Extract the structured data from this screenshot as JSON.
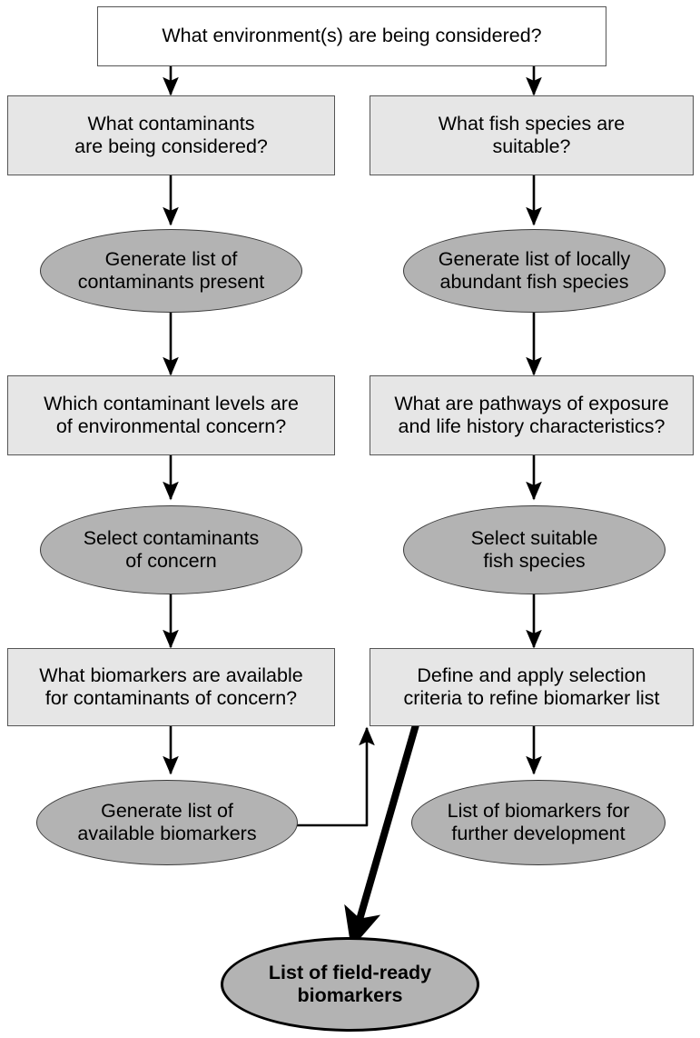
{
  "diagram": {
    "title": "Biomarker selection framework flowchart",
    "colors": {
      "box_fill": "#e6e6e6",
      "start_box_fill": "#ffffff",
      "ellipse_fill": "#b3b3b3",
      "box_stroke": "#555555",
      "ellipse_stroke": "#3a3a3a",
      "terminal_stroke": "#000000",
      "edge_stroke": "#000000",
      "text": "#000000",
      "background": "#ffffff"
    },
    "nodes": [
      {
        "id": "environment",
        "shape": "rect",
        "label": "What environment(s) are being considered?",
        "column": "center",
        "bold": false
      },
      {
        "id": "contaminants-question",
        "shape": "rect",
        "label": "What contaminants\nare being considered?",
        "column": "left",
        "bold": false
      },
      {
        "id": "fish-species-question",
        "shape": "rect",
        "label": "What fish species are\nsuitable?",
        "column": "right",
        "bold": false
      },
      {
        "id": "generate-contaminants",
        "shape": "ellipse",
        "label": "Generate list of\ncontaminants present",
        "column": "left",
        "bold": false
      },
      {
        "id": "generate-fish",
        "shape": "ellipse",
        "label": "Generate list of locally\nabundant fish species",
        "column": "right",
        "bold": false
      },
      {
        "id": "contaminant-levels-question",
        "shape": "rect",
        "label": "Which contaminant levels are\nof environmental concern?",
        "column": "left",
        "bold": false
      },
      {
        "id": "pathways-question",
        "shape": "rect",
        "label": "What are pathways of exposure\nand life history characteristics?",
        "column": "right",
        "bold": false
      },
      {
        "id": "select-contaminants",
        "shape": "ellipse",
        "label": "Select contaminants\nof concern",
        "column": "left",
        "bold": false
      },
      {
        "id": "select-fish",
        "shape": "ellipse",
        "label": "Select suitable\nfish species",
        "column": "right",
        "bold": false
      },
      {
        "id": "biomarkers-available-question",
        "shape": "rect",
        "label": "What biomarkers are available\nfor contaminants of concern?",
        "column": "left",
        "bold": false
      },
      {
        "id": "selection-criteria",
        "shape": "rect",
        "label": "Define and apply selection\ncriteria to refine biomarker list",
        "column": "right",
        "bold": false
      },
      {
        "id": "generate-biomarkers",
        "shape": "ellipse",
        "label": "Generate list of\navailable biomarkers",
        "column": "left",
        "bold": false
      },
      {
        "id": "further-development",
        "shape": "ellipse",
        "label": "List of biomarkers for\nfurther development",
        "column": "right",
        "bold": false
      },
      {
        "id": "field-ready",
        "shape": "ellipse-terminal",
        "label": "List of field-ready\nbiomarkers",
        "column": "center",
        "bold": true
      }
    ],
    "edges": [
      {
        "from": "environment",
        "to": "contaminants-question",
        "style": "thin-arrow",
        "route": "vertical"
      },
      {
        "from": "environment",
        "to": "fish-species-question",
        "style": "thin-arrow",
        "route": "vertical"
      },
      {
        "from": "contaminants-question",
        "to": "generate-contaminants",
        "style": "thin-arrow",
        "route": "vertical"
      },
      {
        "from": "fish-species-question",
        "to": "generate-fish",
        "style": "thin-arrow",
        "route": "vertical"
      },
      {
        "from": "generate-contaminants",
        "to": "contaminant-levels-question",
        "style": "thin-arrow",
        "route": "vertical"
      },
      {
        "from": "generate-fish",
        "to": "pathways-question",
        "style": "thin-arrow",
        "route": "vertical"
      },
      {
        "from": "contaminant-levels-question",
        "to": "select-contaminants",
        "style": "thin-arrow",
        "route": "vertical"
      },
      {
        "from": "pathways-question",
        "to": "select-fish",
        "style": "thin-arrow",
        "route": "vertical"
      },
      {
        "from": "select-contaminants",
        "to": "biomarkers-available-question",
        "style": "thin-arrow",
        "route": "vertical"
      },
      {
        "from": "select-fish",
        "to": "selection-criteria",
        "style": "thin-arrow",
        "route": "vertical"
      },
      {
        "from": "biomarkers-available-question",
        "to": "generate-biomarkers",
        "style": "thin-arrow",
        "route": "vertical"
      },
      {
        "from": "generate-biomarkers",
        "to": "selection-criteria",
        "style": "thin-arrow",
        "route": "elbow-right-up"
      },
      {
        "from": "selection-criteria",
        "to": "further-development",
        "style": "thin-arrow",
        "route": "vertical"
      },
      {
        "from": "selection-criteria",
        "to": "field-ready",
        "style": "thick-arrow",
        "route": "diagonal"
      }
    ]
  }
}
